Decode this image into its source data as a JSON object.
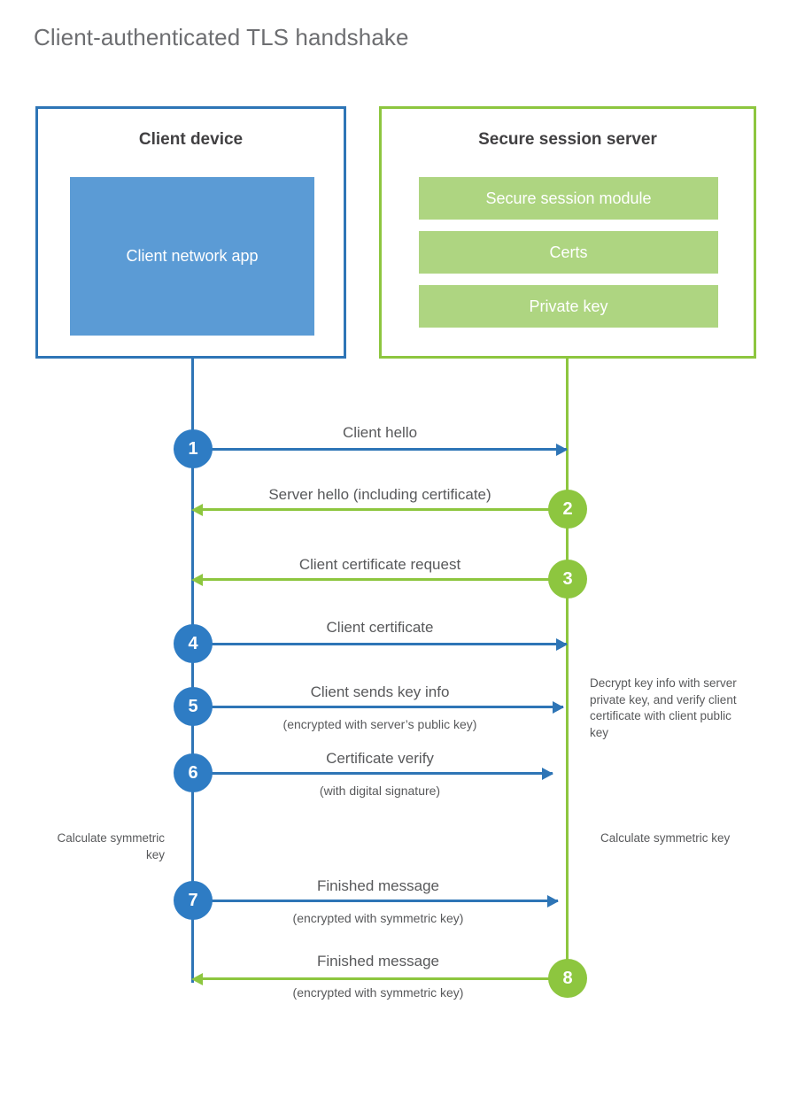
{
  "title": "Client-authenticated TLS handshake",
  "colors": {
    "client_blue": "#2e75b6",
    "client_fill": "#5b9bd5",
    "server_green": "#8dc63f",
    "server_fill": "#aed581",
    "circle_blue": "#2e7cc4",
    "text_gray": "#58595b",
    "title_gray": "#6d6e71",
    "heading_dark": "#414042"
  },
  "actors": {
    "client": {
      "title": "Client device",
      "inner_block": "Client network app"
    },
    "server": {
      "title": "Secure session server",
      "bars": [
        "Secure session module",
        "Certs",
        "Private key"
      ]
    }
  },
  "steps": [
    {
      "number": "1",
      "label": "Client hello",
      "sublabel": "",
      "direction": "client-to-server",
      "side": "client",
      "color": "blue"
    },
    {
      "number": "2",
      "label": "Server hello (including certificate)",
      "sublabel": "",
      "direction": "server-to-client",
      "side": "server",
      "color": "green"
    },
    {
      "number": "3",
      "label": "Client certificate request",
      "sublabel": "",
      "direction": "server-to-client",
      "side": "server",
      "color": "green"
    },
    {
      "number": "4",
      "label": "Client certificate",
      "sublabel": "",
      "direction": "client-to-server",
      "side": "client",
      "color": "blue"
    },
    {
      "number": "5",
      "label": "Client sends key info",
      "sublabel": "(encrypted with server’s public key)",
      "direction": "client-to-server",
      "side": "client",
      "color": "blue"
    },
    {
      "number": "6",
      "label": "Certificate verify",
      "sublabel": "(with digital signature)",
      "direction": "client-to-server",
      "side": "client",
      "color": "blue"
    },
    {
      "number": "7",
      "label": "Finished message",
      "sublabel": "(encrypted with symmetric key)",
      "direction": "client-to-server",
      "side": "client",
      "color": "blue"
    },
    {
      "number": "8",
      "label": "Finished message",
      "sublabel": "(encrypted with symmetric key)",
      "direction": "server-to-client",
      "side": "server",
      "color": "green"
    }
  ],
  "annotations": {
    "server_decrypt": "Decrypt key info with server private key, and verify client certificate with client public key",
    "client_calculate": "Calculate symmetric key",
    "server_calculate": "Calculate symmetric key"
  },
  "chart_data": {
    "type": "table",
    "title": "Client-authenticated TLS handshake",
    "categories": [
      "1",
      "2",
      "3",
      "4",
      "5",
      "6",
      "7",
      "8"
    ],
    "series": [
      {
        "name": "messages",
        "values": [
          "Client hello",
          "Server hello (including certificate)",
          "Client certificate request",
          "Client certificate",
          "Client sends key info",
          "Certificate verify",
          "Finished message",
          "Finished message"
        ]
      }
    ]
  }
}
